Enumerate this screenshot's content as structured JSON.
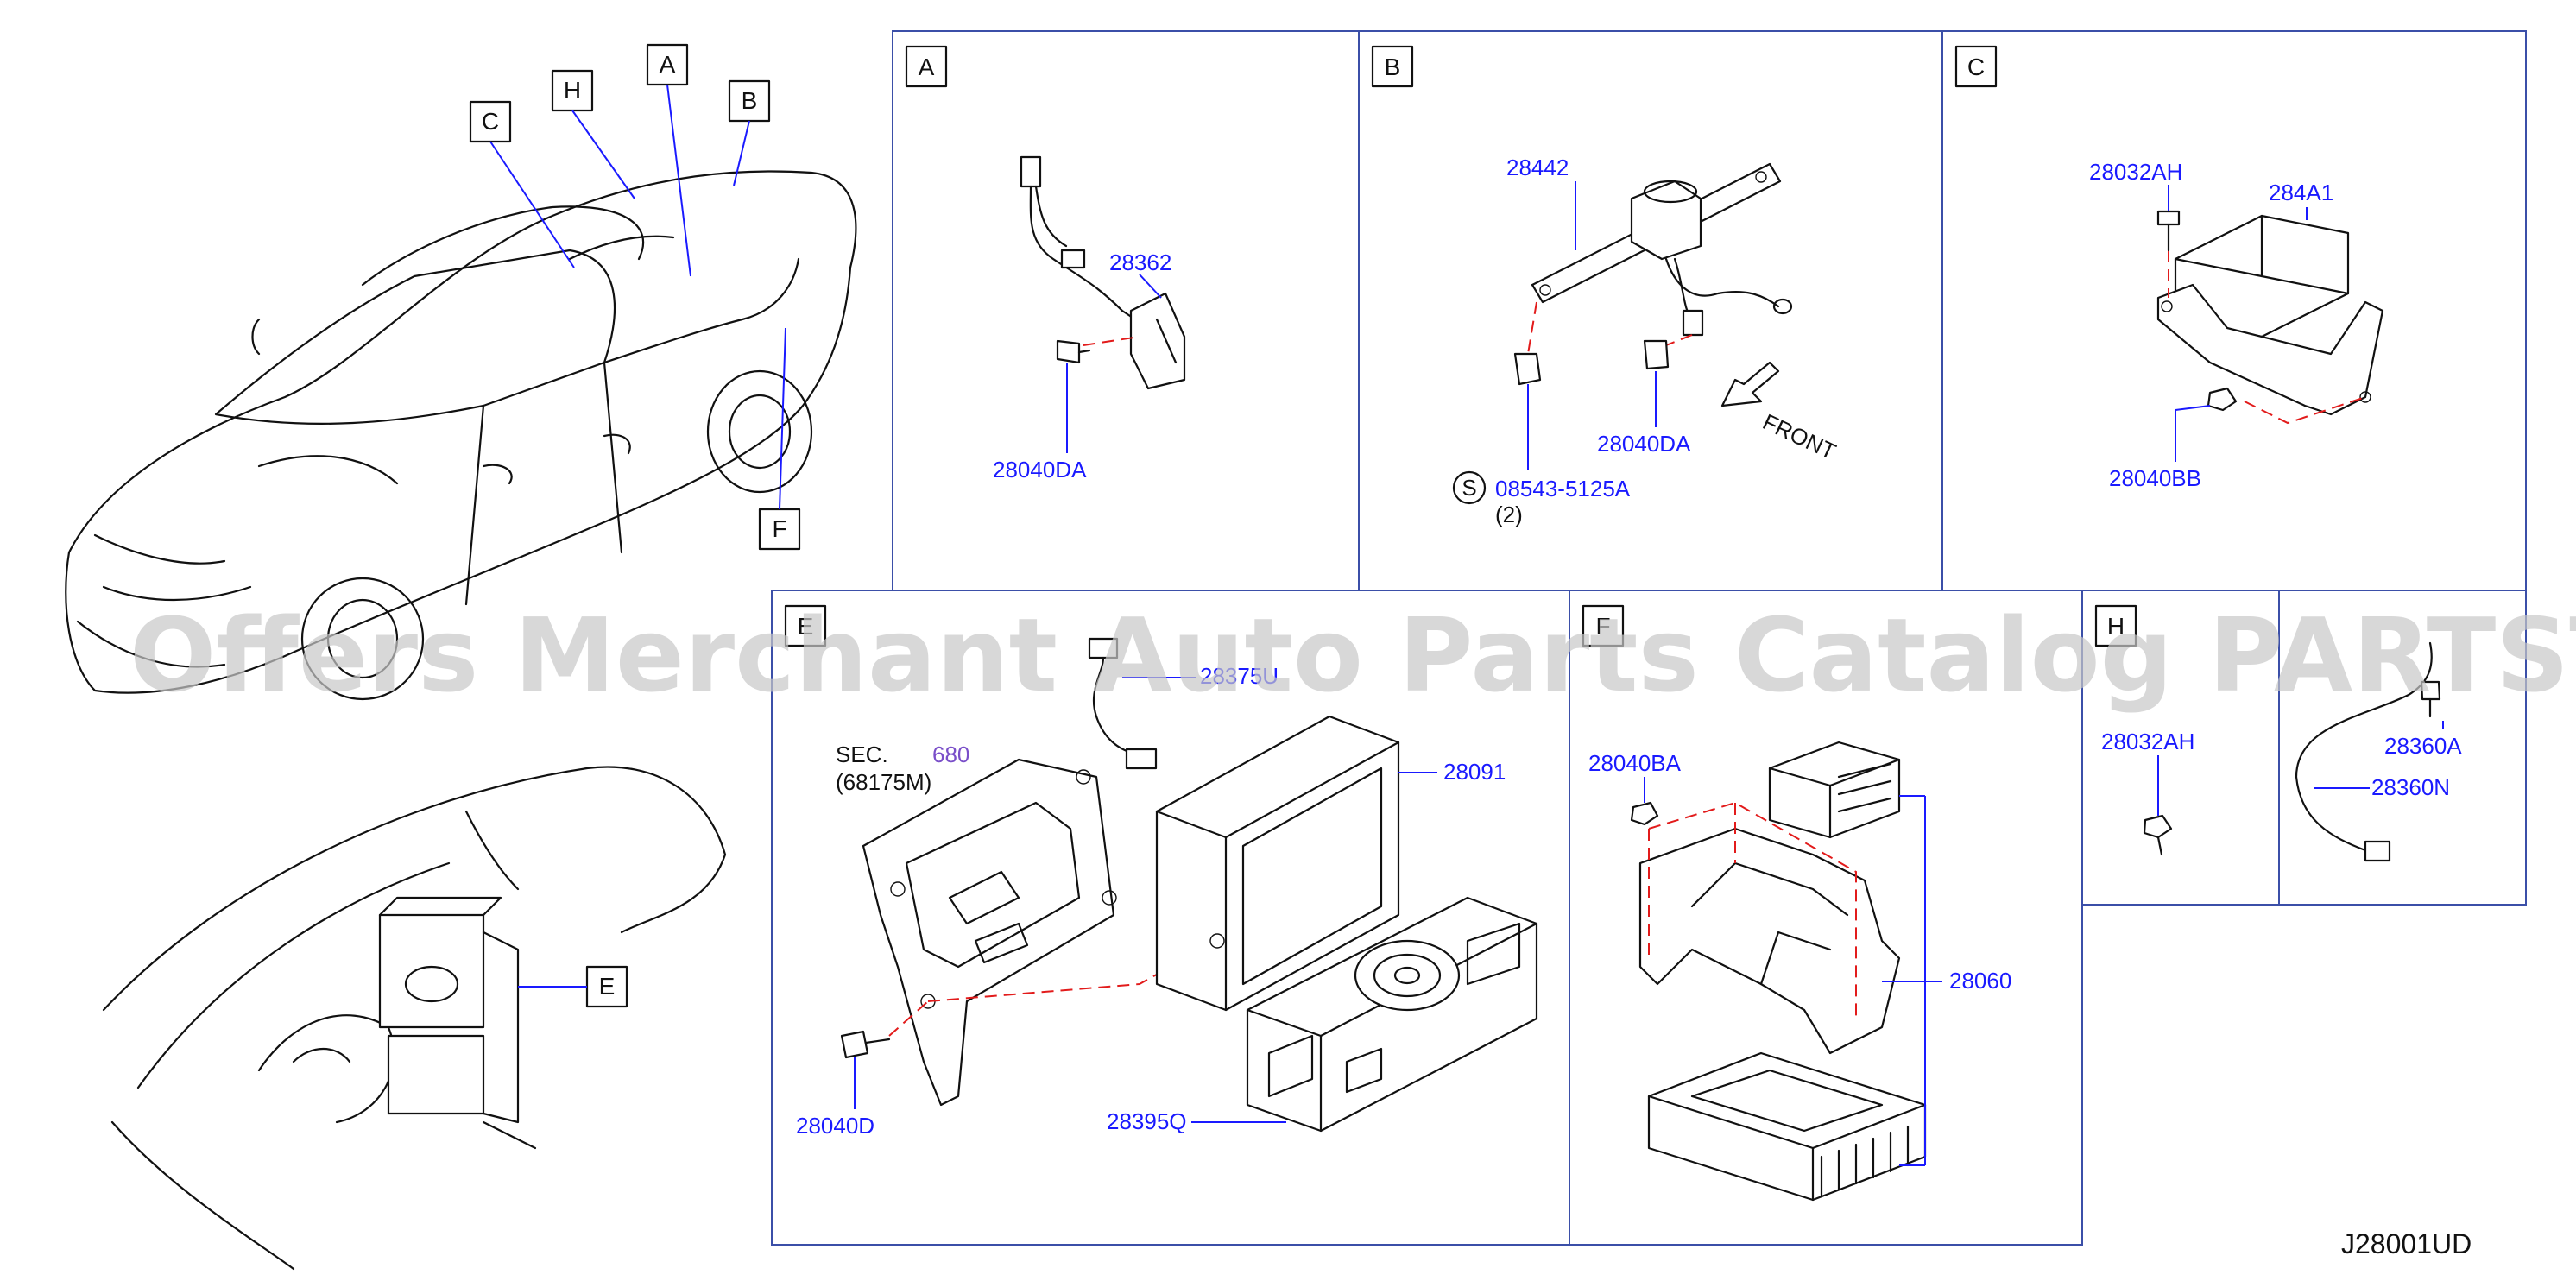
{
  "callouts": {
    "a": "A",
    "b": "B",
    "c": "C",
    "e": "E",
    "f": "F",
    "h": "H"
  },
  "panels": {
    "a": {
      "letter": "A",
      "parts": [
        "28362",
        "28040DA"
      ]
    },
    "b": {
      "letter": "B",
      "parts": [
        "28442",
        "28040DA",
        "08543-5125A",
        "(2)"
      ],
      "front": "FRONT",
      "s_mark": "S"
    },
    "c": {
      "letter": "C",
      "parts": [
        "28032AH",
        "284A1",
        "28040BB"
      ]
    },
    "e": {
      "letter": "E",
      "parts": [
        "28375U",
        "28091",
        "28040D",
        "28395Q"
      ],
      "sec_label": "SEC.",
      "sec_num": "680",
      "sec_ref": "(68175M)"
    },
    "f": {
      "letter": "F",
      "parts": [
        "28040BA",
        "28060"
      ]
    },
    "h": {
      "letter": "H",
      "parts": [
        "28032AH"
      ]
    },
    "i": {
      "parts": [
        "28360A",
        "28360N"
      ]
    }
  },
  "watermark": "Offers Merchant Auto Parts Catalog PARTSTORE.SA",
  "doc_id": "J28001UD",
  "colors": {
    "label": "#1a1aff",
    "frame": "#3b4fa8",
    "dash": "#e21b1b",
    "watermark": "#c8c8c8"
  }
}
